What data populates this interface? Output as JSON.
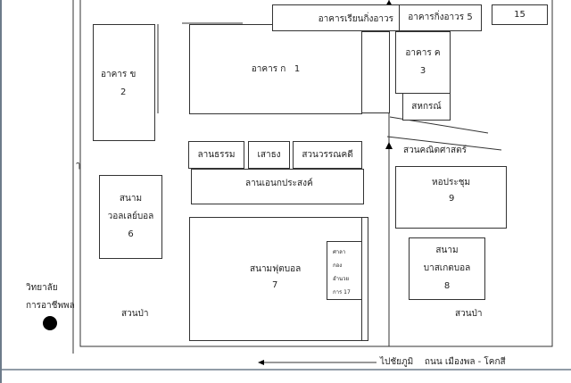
{
  "buildings": {
    "teaching_strip": "อาคารเรียนกิ่งอาวร",
    "building_5": "อาคารกิ่งอาวร 5",
    "building_15": "15",
    "building_a": {
      "name": "อาคาร ก",
      "num": "1"
    },
    "building_b": {
      "name": "อาคาร ข",
      "num": "2"
    },
    "building_c": {
      "name": "อาคาร ค",
      "num": "3"
    },
    "coop": "สหกรณ์",
    "dharma_yard": "ลานธรรม",
    "flagpole": "เสาธง",
    "literature_garden": "สวนวรรณคดี",
    "multipurpose_yard": "ลานเอนกประสงค์",
    "volleyball": {
      "line1": "สนาม",
      "line2": "วอลเลย์บอล",
      "num": "6"
    },
    "hall": {
      "name": "หอประชุม",
      "num": "9"
    },
    "football": {
      "name": "สนามฟุตบอล",
      "num": "7"
    },
    "pavilion": [
      "ศาลา",
      "กอง",
      "อำนวย",
      "การ 17"
    ],
    "basketball": {
      "line1": "สนาม",
      "line2": "บาสเกตบอล",
      "num": "8"
    }
  },
  "labels": {
    "math_garden": "สวนคณิตศาสตร์",
    "forest_left": "สวนป่า",
    "forest_right": "สวนป่า",
    "college_line1": "วิทยาลัย",
    "college_line2": "การอาชีพพล",
    "road": "ไปชัยภูมิ    ถนน เมืองพล - โคกสี",
    "side_mark": "ๅ"
  }
}
